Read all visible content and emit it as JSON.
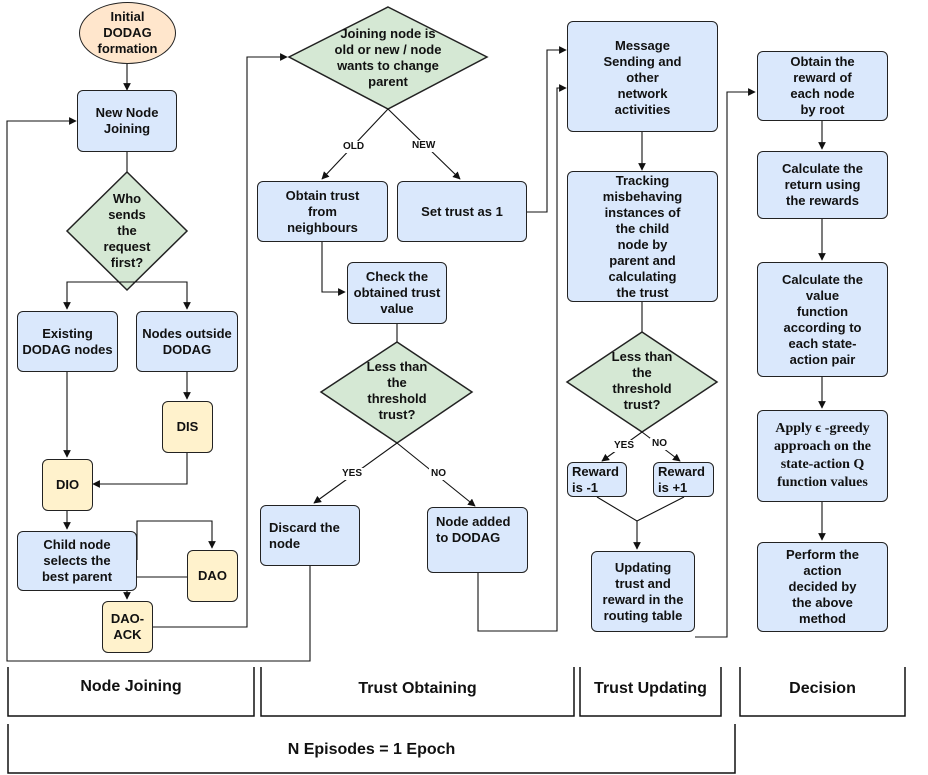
{
  "nodes": {
    "start": "Initial\nDODAG\nformation",
    "new_node_joining": "New Node\nJoining",
    "who_sends": "Who\nsends\nthe\nrequest\nfirst?",
    "existing_nodes": "Existing\nDODAG nodes",
    "nodes_outside": "Nodes outside\nDODAG",
    "dis": "DIS",
    "dio": "DIO",
    "child_selects": "Child node\nselects the\nbest parent",
    "dao": "DAO",
    "dao_ack": "DAO-\nACK",
    "joining_type": "Joining node is\nold or new / node\nwants to change\nparent",
    "obtain_trust": "Obtain trust\nfrom\nneighbours",
    "set_trust": "Set trust as 1",
    "check_trust": "Check the\nobtained trust\nvalue",
    "less_threshold_1": "Less than\nthe\nthreshold\ntrust?",
    "discard_node": "Discard the\nnode",
    "node_added": "Node added\nto DODAG",
    "message_sending": "Message\nSending and\nother\nnetwork\nactivities",
    "tracking": "Tracking\nmisbehaving\ninstances of\nthe child\nnode by\nparent and\ncalculating\nthe trust",
    "less_threshold_2": "Less than\nthe\nthreshold\ntrust?",
    "reward_neg": "Reward\nis -1",
    "reward_pos": "Reward\nis +1",
    "updating_trust": "Updating\ntrust and\nreward in the\nrouting table",
    "obtain_reward": "Obtain the\nreward of\neach node\nby root",
    "calc_return": "Calculate the\nreturn using\nthe rewards",
    "calc_value": "Calculate the\nvalue\nfunction\naccording to\neach state-\naction pair",
    "epsilon_greedy": "Apply ϵ -greedy\napproach on the\nstate-action Q\nfunction values",
    "perform_action": "Perform the\naction\ndecided by\nthe above\nmethod"
  },
  "edge_labels": {
    "old": "OLD",
    "new": "NEW",
    "yes_1": "YES",
    "no_1": "NO",
    "yes_2": "YES",
    "no_2": "NO"
  },
  "phases": {
    "node_joining": "Node Joining",
    "trust_obtaining": "Trust Obtaining",
    "trust_updating": "Trust Updating",
    "decision": "Decision",
    "epoch": "N Episodes = 1 Epoch"
  },
  "colors": {
    "process_fill": "#dae8fc",
    "decision_fill": "#d5e8d4",
    "message_fill": "#fff2cc",
    "start_fill": "#ffe6cc",
    "stroke": "#222222"
  }
}
